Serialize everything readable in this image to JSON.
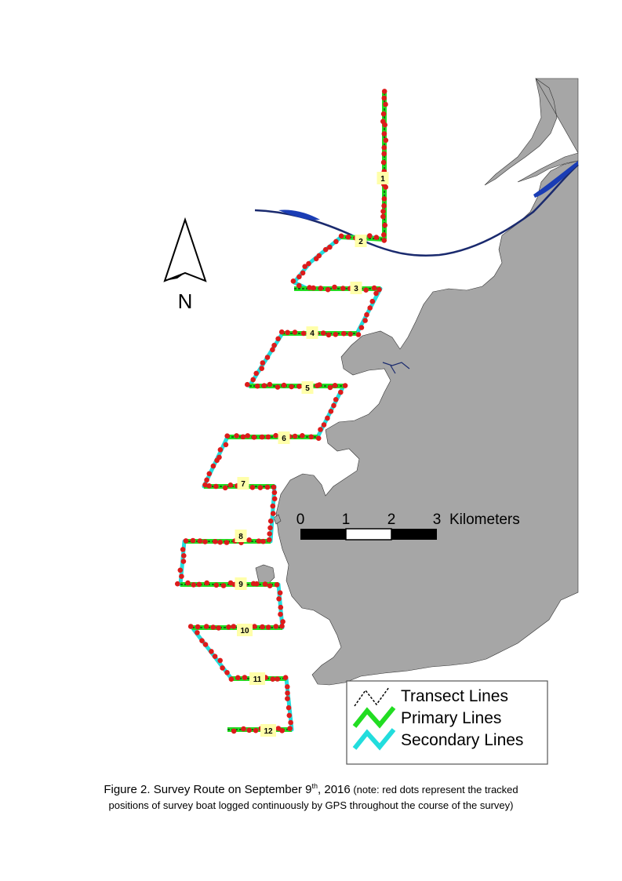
{
  "map": {
    "north_label": "N",
    "transect_labels": [
      "1",
      "2",
      "3",
      "4",
      "5",
      "6",
      "7",
      "8",
      "9",
      "10",
      "11",
      "12"
    ],
    "scale_bar": {
      "ticks": [
        "0",
        "1",
        "2",
        "3"
      ],
      "unit": "Kilometers"
    },
    "legend": {
      "items": [
        {
          "label": "Transect Lines",
          "color": "#000000",
          "style": "dashed"
        },
        {
          "label": "Primary Lines",
          "color": "#22dd22",
          "style": "solid"
        },
        {
          "label": "Secondary Lines",
          "color": "#22dddd",
          "style": "solid"
        }
      ]
    },
    "colors": {
      "land": "#a6a6a6",
      "gps_points": "#dd1b1b",
      "primary": "#22dd22",
      "secondary": "#22dddd",
      "channel": "#1a2a6e",
      "label_box": "#ffffaa"
    }
  },
  "caption": {
    "prefix": "Figure 2.  Survey Route on September 9",
    "superscript": "th",
    "date_suffix": ", 2016",
    "note_start": " (note: red dots represent the tracked",
    "line2": "positions of survey boat logged continuously by GPS throughout the course of the survey)"
  }
}
